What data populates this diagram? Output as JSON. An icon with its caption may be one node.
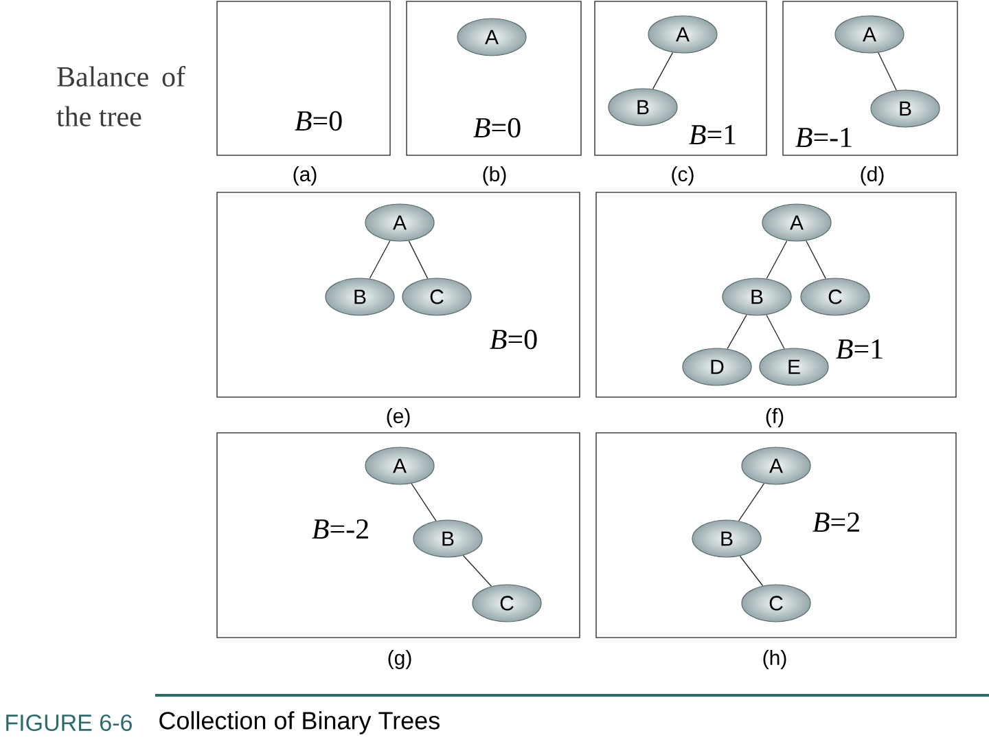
{
  "diagram": {
    "caption": "Collection of Binary Trees",
    "nodes": [
      {
        "text": [
          "*B*=0",
          "(a)"
        ]
      },
      {
        "text": [
          "*B*=0",
          "(b)"
        ]
      },
      {
        "text": [
          "A"
        ],
        "in": 1
      },
      {
        "text": [
          "*B*=1",
          "(c)"
        ]
      },
      {
        "text": [
          "A"
        ],
        "in": 3
      },
      {
        "text": [
          "B"
        ],
        "in": 3
      },
      {
        "text": [
          "*B*=-1",
          "(d)"
        ]
      },
      {
        "text": [
          "A"
        ],
        "in": 6
      },
      {
        "text": [
          "B"
        ],
        "in": 6
      },
      {
        "text": [
          "*B*=0",
          "(e)"
        ]
      },
      {
        "text": [
          "A"
        ],
        "in": 9
      },
      {
        "text": [
          "B"
        ],
        "in": 9
      },
      {
        "text": [
          "C"
        ],
        "in": 9
      },
      {
        "text": [
          "*B*=1",
          "(f)"
        ]
      },
      {
        "text": [
          "A"
        ],
        "in": 13
      },
      {
        "text": [
          "B"
        ],
        "in": 13
      },
      {
        "text": [
          "C"
        ],
        "in": 13
      },
      {
        "text": [
          "D"
        ],
        "in": 13
      },
      {
        "text": [
          "E"
        ],
        "in": 13
      },
      {
        "text": [
          "*B*=-2",
          "(g)"
        ]
      },
      {
        "text": [
          "A"
        ],
        "in": 19
      },
      {
        "text": [
          "B"
        ],
        "in": 19
      },
      {
        "text": [
          "C"
        ],
        "in": 19
      },
      {
        "text": [
          "*B*=2",
          "(h)"
        ]
      },
      {
        "text": [
          "A"
        ],
        "in": 23
      },
      {
        "text": [
          "B"
        ],
        "in": 23
      },
      {
        "text": [
          "C"
        ],
        "in": 23
      }
    ],
    "edges": [
      {
        "from": 4,
        "to": 5,
        "arrow": "none"
      },
      {
        "from": 7,
        "to": 8,
        "arrow": "none"
      },
      {
        "from": 10,
        "to": 11,
        "arrow": "none"
      },
      {
        "from": 10,
        "to": 12,
        "arrow": "none"
      },
      {
        "from": 14,
        "to": 15,
        "arrow": "none"
      },
      {
        "from": 14,
        "to": 16,
        "arrow": "none"
      },
      {
        "from": 15,
        "to": 17,
        "arrow": "none"
      },
      {
        "from": 15,
        "to": 18,
        "arrow": "none"
      },
      {
        "from": 20,
        "to": 21,
        "arrow": "none"
      },
      {
        "from": 21,
        "to": 22,
        "arrow": "none"
      },
      {
        "from": 24,
        "to": 25,
        "arrow": "none"
      },
      {
        "from": 25,
        "to": 26,
        "arrow": "none"
      }
    ],
    "labels": [
      "Balance of the tree",
      "FIGURE 6-6"
    ]
  }
}
